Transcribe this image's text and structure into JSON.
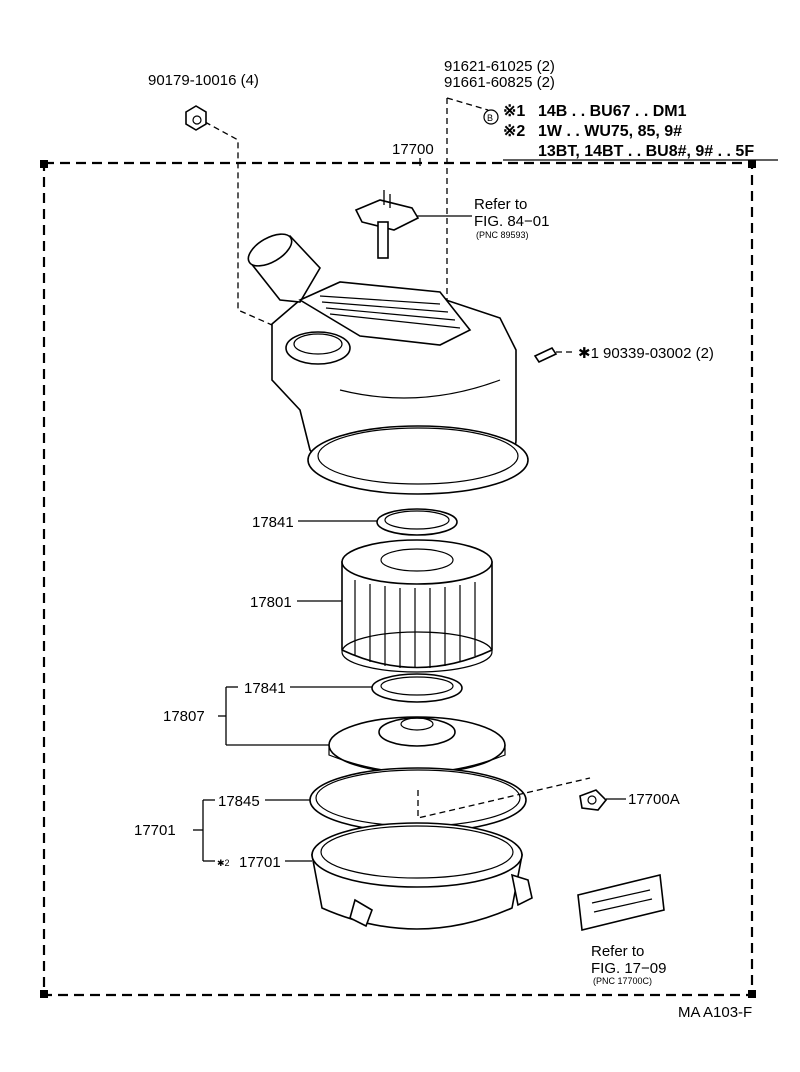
{
  "parts": {
    "p_90179": "90179-10016 (4)",
    "p_91621": "91621-61025 (2)",
    "p_91661": "91661-60825 (2)",
    "bolt_marker": "B",
    "note1_mark": "※1",
    "note1_text": "14B . . BU67 . . DM1",
    "note2_mark": "※2",
    "note2_text": "1W . . WU75, 85, 9#",
    "note2_cont": "13BT, 14BT . . BU8#, 9# . . 5F",
    "p_17700": "17700",
    "refer1_a": "Refer to",
    "refer1_b": "FIG. 84−01",
    "refer1_pnc": "(PNC 89593)",
    "p_90339_mark": "✱1",
    "p_90339": "90339-03002 (2)",
    "p_17841_top": "17841",
    "p_17801": "17801",
    "p_17807": "17807",
    "p_17841_bot": "17841",
    "p_17845": "17845",
    "p_17701_group": "17701",
    "p_17701_mark": "✱2",
    "p_17701": "17701",
    "p_17700A": "17700A",
    "refer2_a": "Refer to",
    "refer2_b": "FIG. 17−09",
    "refer2_pnc": "(PNC 17700C)",
    "footer_code": "MA A103-F"
  }
}
